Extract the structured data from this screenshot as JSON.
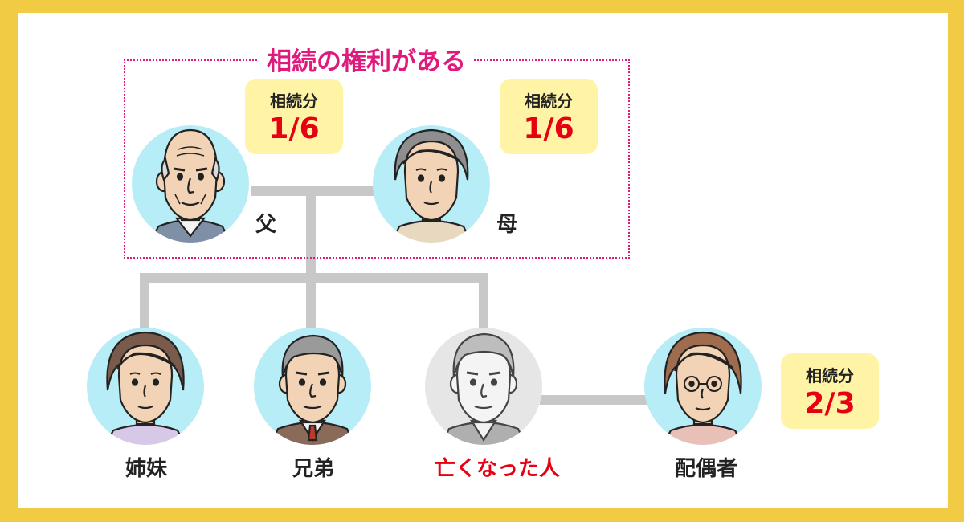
{
  "diagram": {
    "group_title": "相続の権利がある",
    "share_label": "相続分",
    "colors": {
      "background": "#F2CB44",
      "group_border": "#E0197D",
      "share_box": "#FFF3A5",
      "share_value": "#E60012",
      "connector": "#C8C8C8",
      "portrait_bg": "#B7EDF7",
      "deceased_bg": "#E6E6E6"
    },
    "people": {
      "father": {
        "label": "父",
        "share": "1/6"
      },
      "mother": {
        "label": "母",
        "share": "1/6"
      },
      "sister": {
        "label": "姉妹"
      },
      "brother": {
        "label": "兄弟"
      },
      "deceased": {
        "label": "亡くなった人"
      },
      "spouse": {
        "label": "配偶者",
        "share": "2/3"
      }
    }
  }
}
